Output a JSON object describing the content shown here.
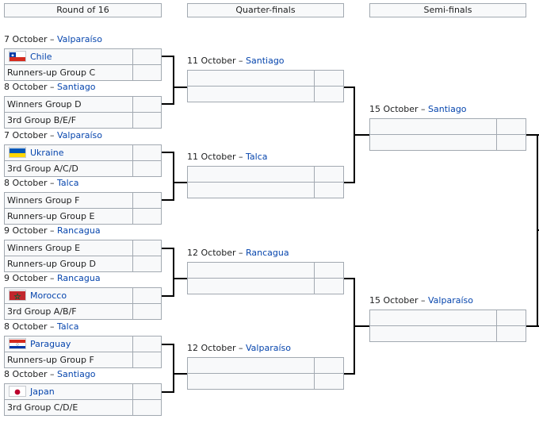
{
  "headers": {
    "round16": "Round of 16",
    "quarter": "Quarter-finals",
    "semi": "Semi-finals"
  },
  "r16": [
    {
      "date": "7 October –",
      "venue": "Valparaíso",
      "team1": "Chile",
      "team1_flag": "chile-flag-icon",
      "team2": "Runners-up Group C"
    },
    {
      "date": "8 October –",
      "venue": "Santiago",
      "team1": "Winners Group D",
      "team2": "3rd Group B/E/F"
    },
    {
      "date": "7 October –",
      "venue": "Valparaíso",
      "team1": "Ukraine",
      "team1_flag": "ukraine-flag-icon",
      "team2": "3rd Group A/C/D"
    },
    {
      "date": "8 October –",
      "venue": "Talca",
      "team1": "Winners Group F",
      "team2": "Runners-up Group E"
    },
    {
      "date": "9 October –",
      "venue": "Rancagua",
      "team1": "Winners Group E",
      "team2": "Runners-up Group D"
    },
    {
      "date": "9 October –",
      "venue": "Rancagua",
      "team1": "Morocco",
      "team1_flag": "morocco-flag-icon",
      "team2": "3rd Group A/B/F"
    },
    {
      "date": "8 October –",
      "venue": "Talca",
      "team1": "Paraguay",
      "team1_flag": "paraguay-flag-icon",
      "team2": "Runners-up Group F"
    },
    {
      "date": "8 October –",
      "venue": "Santiago",
      "team1": "Japan",
      "team1_flag": "japan-flag-icon",
      "team2": "3rd Group C/D/E"
    }
  ],
  "qf": [
    {
      "date": "11 October –",
      "venue": "Santiago"
    },
    {
      "date": "11 October –",
      "venue": "Talca"
    },
    {
      "date": "12 October –",
      "venue": "Rancagua"
    },
    {
      "date": "12 October –",
      "venue": "Valparaíso"
    }
  ],
  "sf": [
    {
      "date": "15 October –",
      "venue": "Santiago"
    },
    {
      "date": "15 October –",
      "venue": "Valparaíso"
    }
  ]
}
